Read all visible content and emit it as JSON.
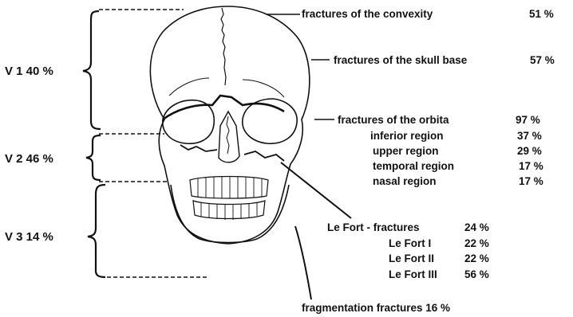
{
  "regions": [
    {
      "label": "V 1 40 %"
    },
    {
      "label": "V 2 46 %"
    },
    {
      "label": "V 3 14 %"
    }
  ],
  "labels": {
    "convexity": {
      "text": "fractures of the convexity",
      "pct": "51 %"
    },
    "skull_base": {
      "text": "fractures of the skull base",
      "pct": "57 %"
    },
    "orbita": {
      "text": "fractures of the orbita",
      "pct": "97 %",
      "sub": [
        {
          "text": "inferior region",
          "pct": "37 %"
        },
        {
          "text": "upper region",
          "pct": "29 %"
        },
        {
          "text": "temporal region",
          "pct": "17 %"
        },
        {
          "text": "nasal region",
          "pct": "17 %"
        }
      ]
    },
    "lefort": {
      "text": "Le Fort - fractures",
      "pct": "24 %",
      "sub": [
        {
          "text": "Le Fort I",
          "pct": "22 %"
        },
        {
          "text": "Le Fort II",
          "pct": "22 %"
        },
        {
          "text": "Le Fort III",
          "pct": "56 %"
        }
      ]
    },
    "fragmentation": {
      "text": "fragmentation fractures 16 %"
    }
  }
}
